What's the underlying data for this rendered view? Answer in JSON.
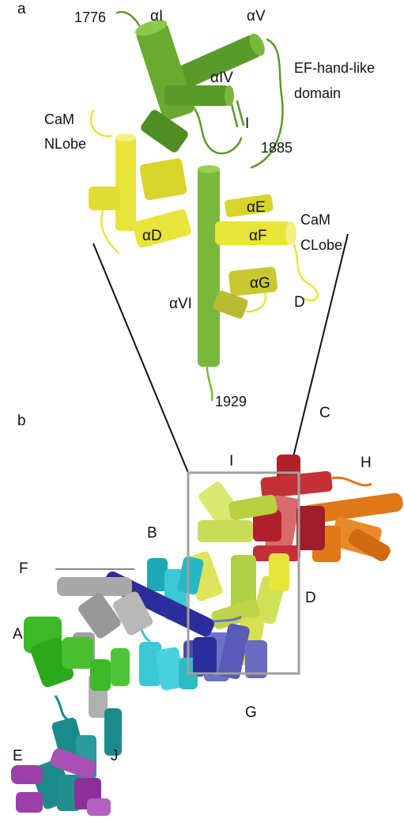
{
  "panel_a": {
    "label": "a",
    "residues": {
      "start": "1776",
      "mid": "1885",
      "end": "1929"
    },
    "helices": {
      "aI": "αI",
      "aV": "αV",
      "aIV": "αIV",
      "aE": "αE",
      "aF": "αF",
      "aD": "αD",
      "aG": "αG",
      "aVI": "αVI"
    },
    "strand_I": "I",
    "strand_D": "D",
    "ef_hand": {
      "line1": "EF-hand-like",
      "line2": "domain"
    },
    "cam_n": {
      "line1": "CaM",
      "line2": "NLobe"
    },
    "cam_c": {
      "line1": "CaM",
      "line2": "CLobe"
    }
  },
  "panel_b": {
    "label": "b",
    "chains": [
      "A",
      "B",
      "C",
      "D",
      "E",
      "F",
      "G",
      "H",
      "I",
      "J"
    ]
  },
  "colors": {
    "green_dark": "#5a9a2a",
    "green_light": "#8cc43c",
    "yellow": "#e8e43a",
    "yellow_green": "#c9dc5a",
    "red": "#b0202c",
    "salmon": "#d86a6a",
    "orange": "#e07818",
    "cyan": "#3ac8d4",
    "navy": "#2c2c9a",
    "slate": "#6a70c8",
    "grey": "#a8a8a8",
    "bright_green": "#3cb828",
    "teal": "#1c8a8a",
    "purple": "#9a40a8",
    "box": "#a0a0a0"
  }
}
